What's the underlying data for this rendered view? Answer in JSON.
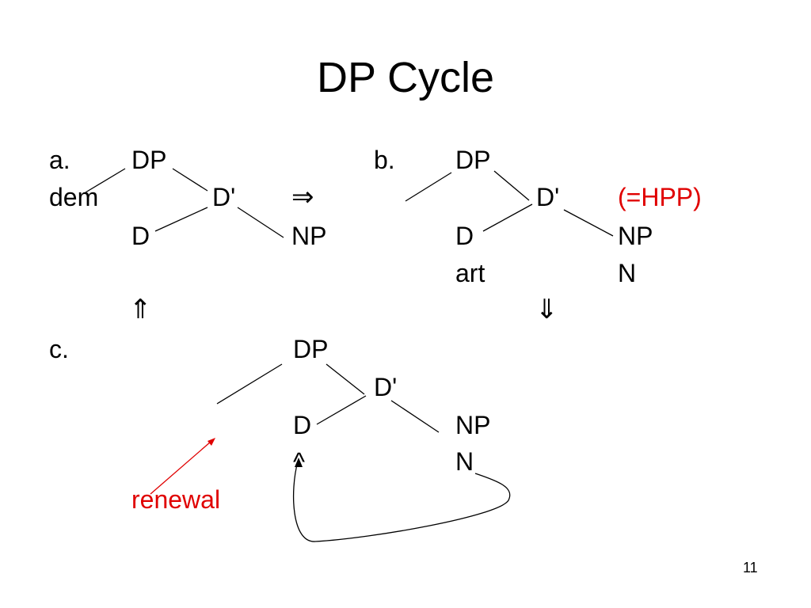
{
  "slide": {
    "title": "DP Cycle",
    "page_number": "11"
  },
  "tree_a": {
    "label": "a.",
    "dp": "DP",
    "dem": "dem",
    "d_bar": "D'",
    "d": "D",
    "np": "NP"
  },
  "tree_b": {
    "label": "b.",
    "dp": "DP",
    "d_bar": "D'",
    "hpp": "(=HPP)",
    "d": "D",
    "np": "NP",
    "art": "art",
    "n": "N"
  },
  "tree_c": {
    "label": "c.",
    "dp": "DP",
    "d_bar": "D'",
    "d": "D",
    "np": "NP",
    "caret": "^",
    "n": "N",
    "renewal": "renewal"
  },
  "arrows": {
    "a_to_b": "⇒",
    "b_to_c": "⇓",
    "c_to_a": "⇑"
  },
  "colors": {
    "text": "#000000",
    "accent_red": "#e00000",
    "background": "#ffffff"
  }
}
